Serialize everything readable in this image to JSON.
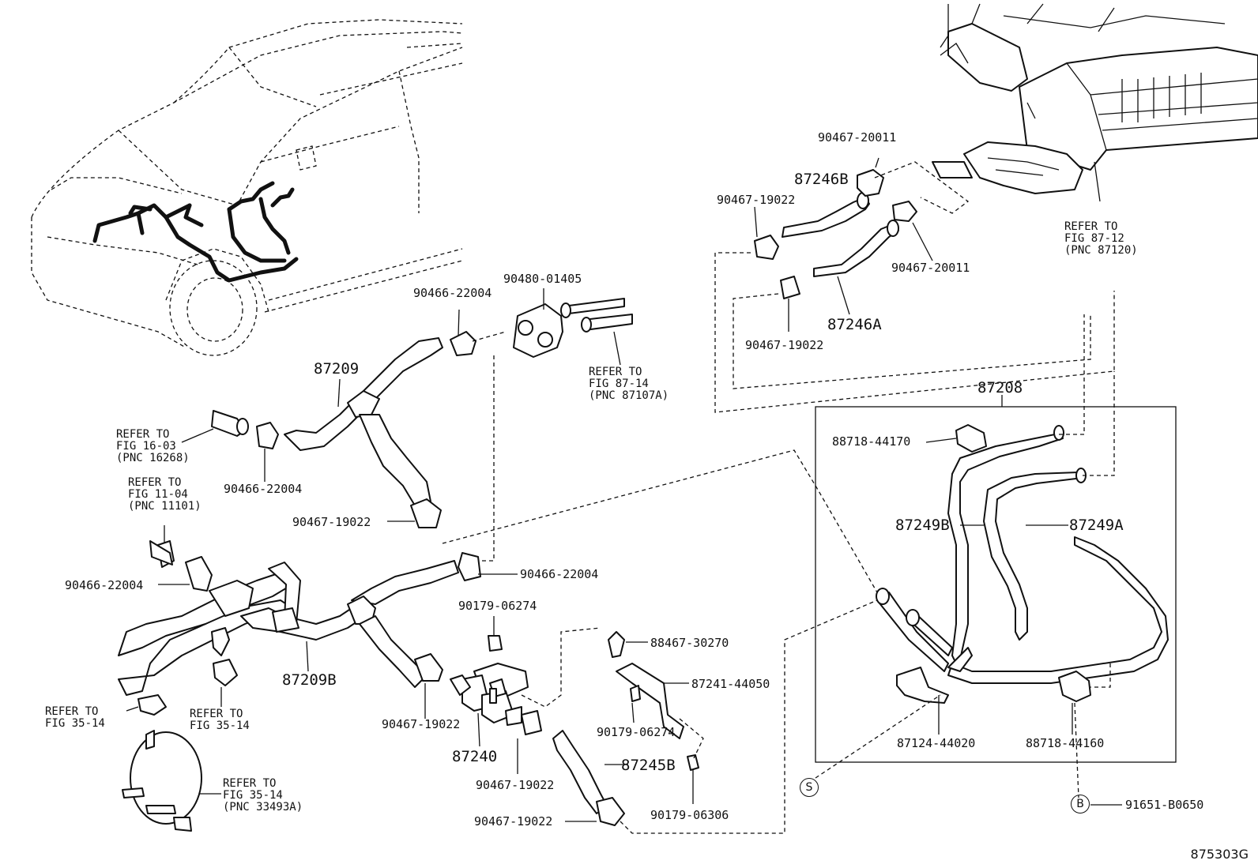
{
  "labels": {
    "p90467_20011_top": "90467-20011",
    "p87246B": "87246B",
    "p90467_19022_topleft": "90467-19022",
    "p90467_20011_right": "90467-20011",
    "p87246A": "87246A",
    "p90467_19022_top2": "90467-19022",
    "p90466_22004_a": "90466-22004",
    "p90480_01405": "90480-01405",
    "p87209": "87209",
    "p90466_22004_b": "90466-22004",
    "p90467_19022_mid": "90467-19022",
    "p90466_22004_c": "90466-22004",
    "p90466_22004_d": "90466-22004",
    "p87209B": "87209B",
    "p90179_06274_a": "90179-06274",
    "p88467_30270": "88467-30270",
    "p87241_44050": "87241-44050",
    "p90179_06274_b": "90179-06274",
    "p90467_19022_c": "90467-19022",
    "p87240": "87240",
    "p87245B": "87245B",
    "p90467_19022_d": "90467-19022",
    "p90467_19022_e": "90467-19022",
    "p90179_06306": "90179-06306",
    "p87208": "87208",
    "p88718_44170": "88718-44170",
    "p87249B": "87249B",
    "p87249A": "87249A",
    "p87124_44020": "87124-44020",
    "p88718_44160": "88718-44160",
    "p91651_B0650": "91651-B0650"
  },
  "refs": {
    "r_87_12": "REFER TO\nFIG 87-12\n(PNC 87120)",
    "r_87_14": "REFER TO\nFIG 87-14\n(PNC 87107A)",
    "r_16_03": "REFER TO\nFIG 16-03\n(PNC 16268)",
    "r_11_04": "REFER TO\nFIG 11-04\n(PNC 11101)",
    "r_35_14_a": "REFER TO\nFIG 35-14",
    "r_35_14_b": "REFER TO\nFIG 35-14",
    "r_35_14_c": "REFER TO\nFIG 35-14\n(PNC 33493A)"
  },
  "marks": {
    "s": "S",
    "b": "B"
  },
  "diagram_id": "875303G"
}
